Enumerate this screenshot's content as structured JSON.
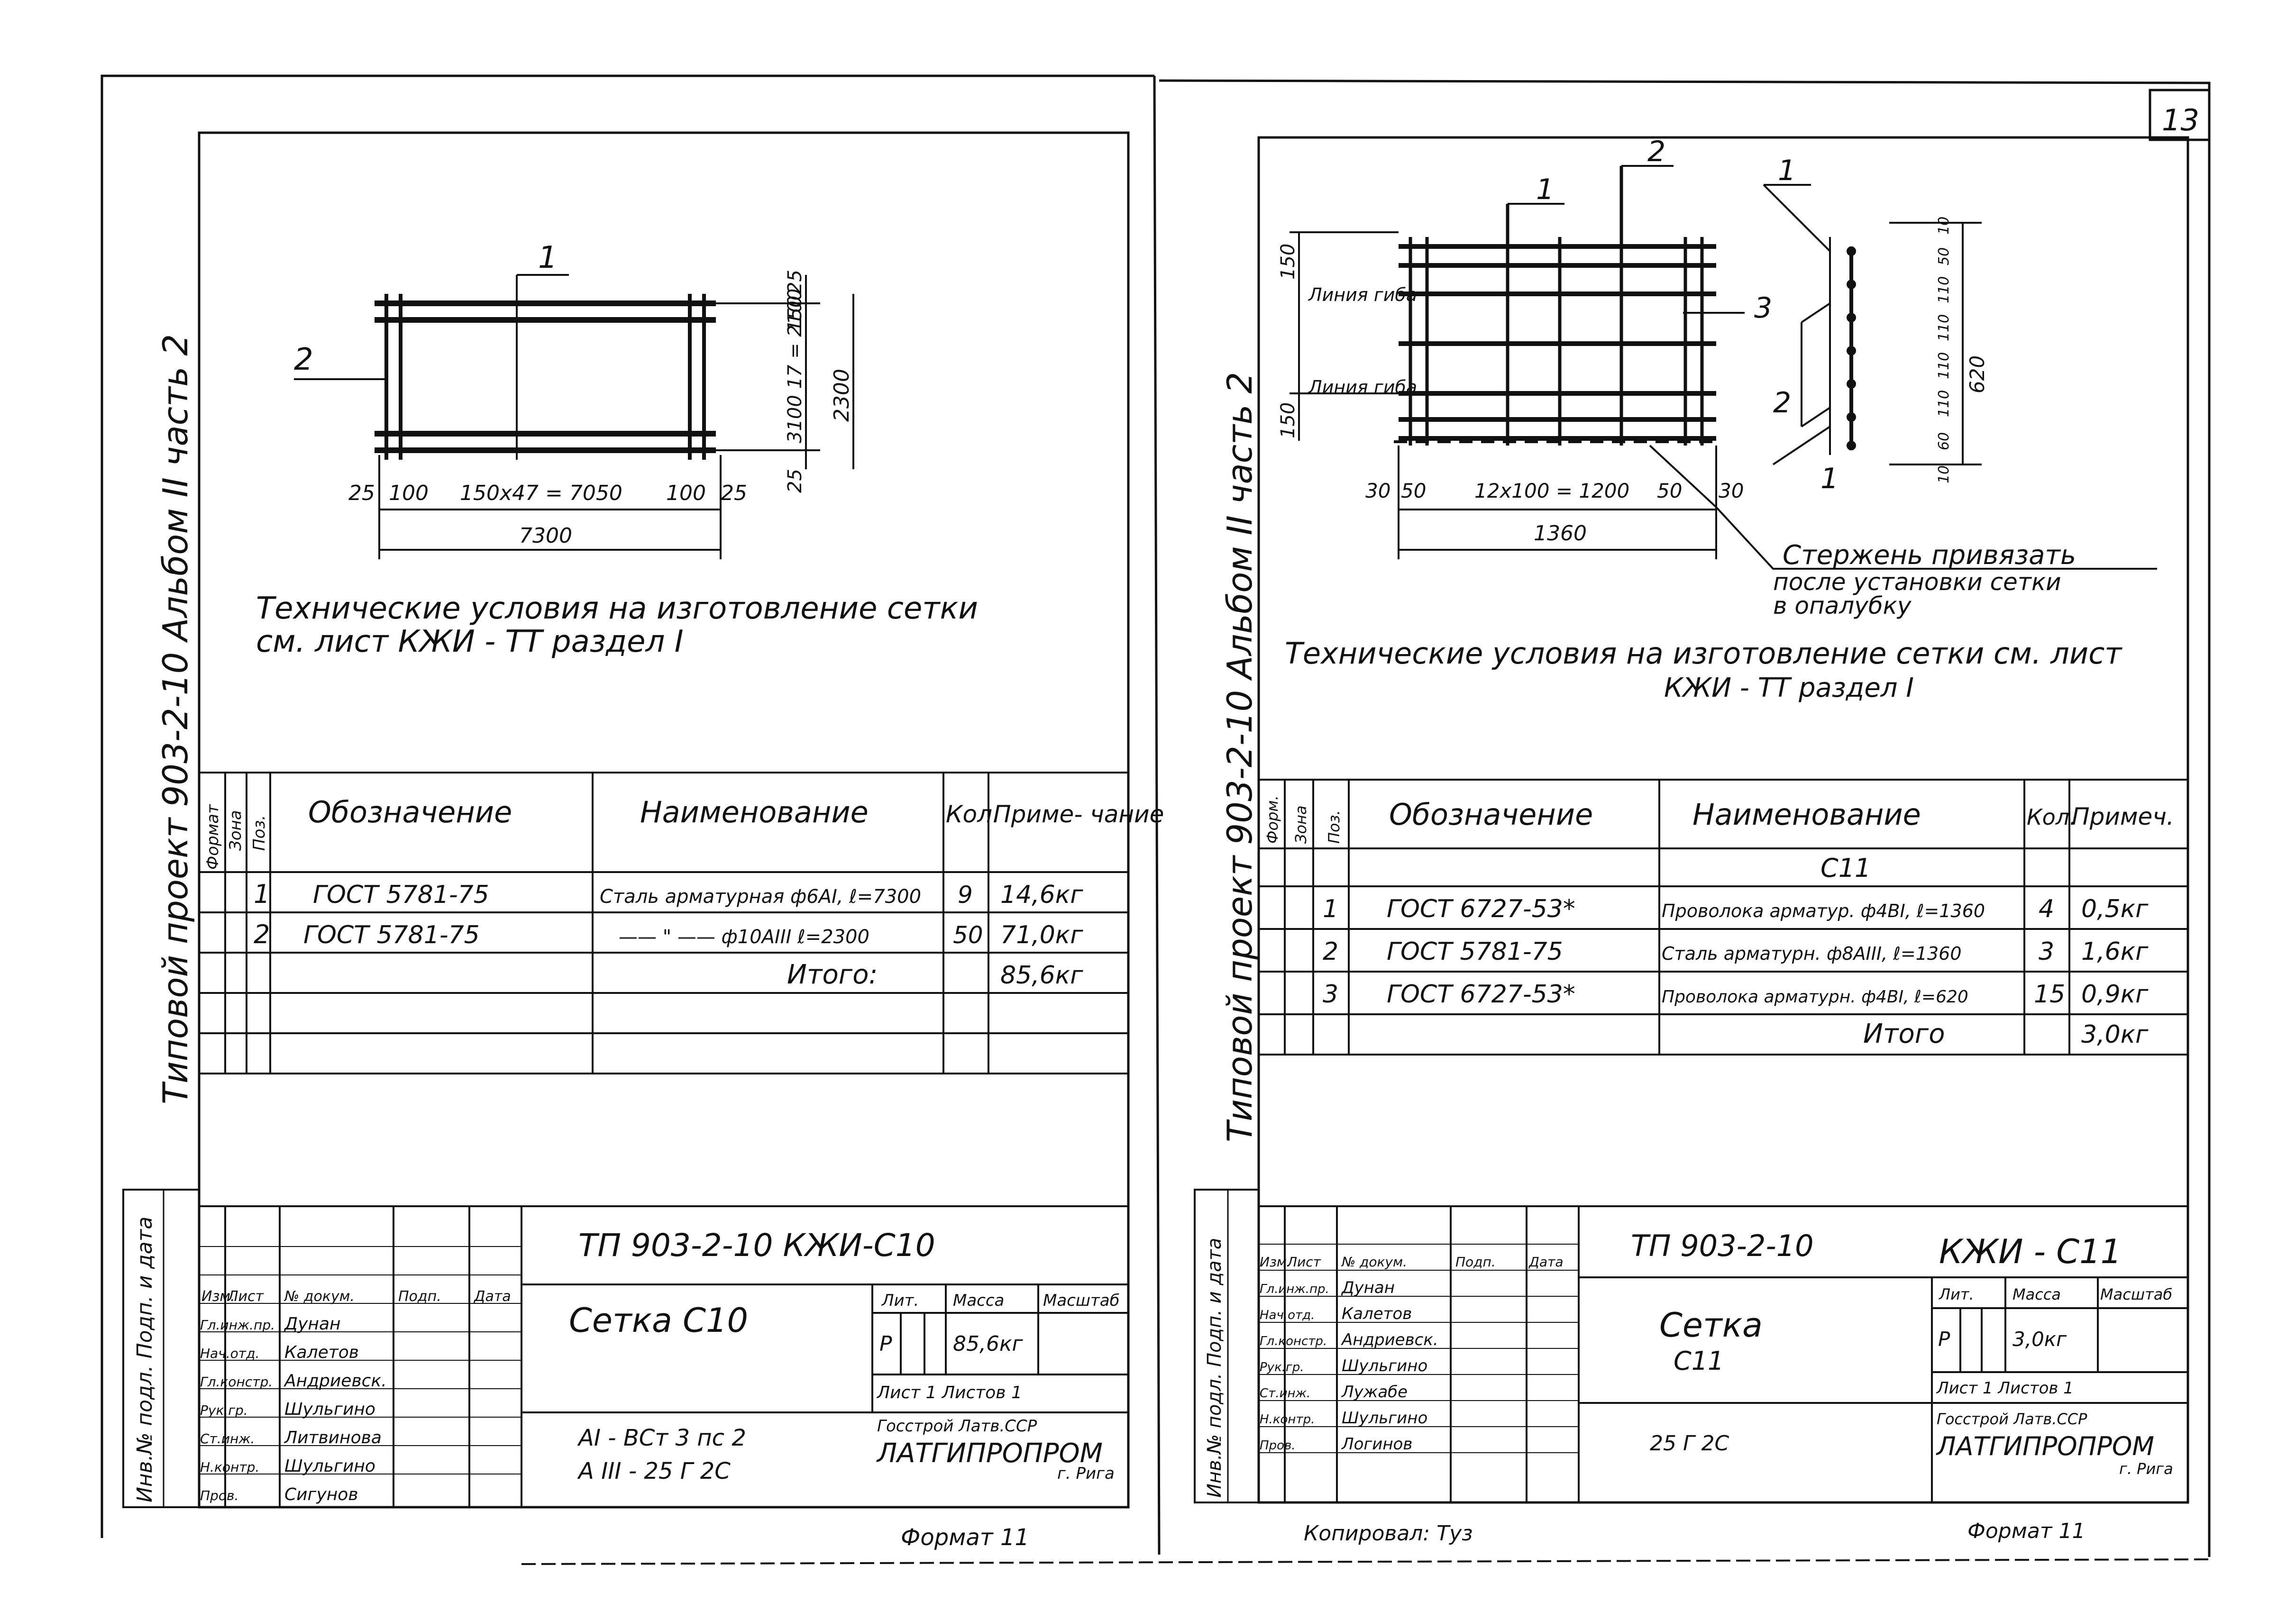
{
  "page_number": "13",
  "left_sheet": {
    "side_stamp": "Типовой проект 903-2-10 Альбом II часть 2",
    "side_label": "Инв.№ подл. Подп. и дата",
    "drawing": {
      "callout_1": "1",
      "callout_2": "2",
      "dim_bottom": [
        "25",
        "100",
        "150x47 = 7050",
        "100",
        "25"
      ],
      "dim_total": "7300",
      "dim_right": [
        "25",
        "150",
        "3100 17 = 2100",
        "25"
      ],
      "dim_right_total": "2300"
    },
    "note_line1": "Технические условия на изготовление сетки",
    "note_line2": "см. лист КЖИ - ТТ раздел I",
    "spec_headers": [
      "Формат",
      "Зона",
      "Поз.",
      "Обозначение",
      "Наименование",
      "Кол.",
      "Приме- чание"
    ],
    "spec_rows": [
      {
        "pos": "1",
        "designation": "ГОСТ 5781-75",
        "name": "Сталь арматурная  ф6АI, ℓ=7300",
        "qty": "9",
        "note": "14,6кг"
      },
      {
        "pos": "2",
        "designation": "ГОСТ 5781-75",
        "name": "—— \" ——  ф10АIII ℓ=2300",
        "qty": "50",
        "note": "71,0кг"
      },
      {
        "pos": "",
        "designation": "",
        "name": "Итого:",
        "qty": "",
        "note": "85,6кг"
      }
    ],
    "title_code": "ТП 903-2-10  КЖИ-С10",
    "title_name": "Сетка С10",
    "lit_headers": [
      "Лит.",
      "Масса",
      "Масштаб"
    ],
    "lit_value": "Р",
    "mass": "85,6кг",
    "sheet_info": "Лист 1   Листов 1",
    "org1": "Госстрой Латв.ССР",
    "org2": "ЛАТГИПРОПРОМ",
    "org3": "г. Рига",
    "material1": "АI - ВСт 3 пс 2",
    "material2": "А III - 25 Г 2С",
    "format": "Формат 11",
    "stamp_header": [
      "Изм.",
      "Лист",
      "№ докум.",
      "Подп.",
      "Дата"
    ],
    "stamp_roles": [
      "Гл.инж.пр.",
      "Нач.отд.",
      "Гл.констр.",
      "Рук.гр.",
      "Ст.инж.",
      "Н.контр.",
      "Пров."
    ],
    "stamp_names": [
      "Дунан",
      "Калетов",
      "Андриевск.",
      "Шульгино",
      "Литвинова",
      "Шульгино",
      "Сигунов"
    ]
  },
  "right_sheet": {
    "side_stamp": "Типовой проект 903-2-10 Альбом II часть 2",
    "side_label": "Инв.№ подл. Подп. и дата",
    "drawing": {
      "callout_1": "1",
      "callout_2": "2",
      "callout_3": "3",
      "bend_line_1": "Линия гиба",
      "bend_line_2": "Линия гиба",
      "dim_left_1": "150",
      "dim_left_2": "150",
      "dim_bottom": [
        "30",
        "50",
        "12x100 = 1200",
        "50",
        "30"
      ],
      "dim_total": "1360",
      "section_dims": [
        "10",
        "50",
        "110",
        "110",
        "110",
        "110",
        "60",
        "10"
      ],
      "section_total": "620",
      "note_line1": "Стержень привязать",
      "note_line2": "после установки сетки",
      "note_line3": "в опалубку"
    },
    "note_line1": "Технические условия на изготовление сетки см. лист",
    "note_line2": "КЖИ - ТТ раздел I",
    "spec_headers": [
      "Форм.",
      "Зона",
      "Поз.",
      "Обозначение",
      "Наименование",
      "Кол.",
      "Примеч."
    ],
    "spec_group": "С11",
    "spec_rows": [
      {
        "pos": "1",
        "designation": "ГОСТ   6727-53*",
        "name": "Проволока арматур. ф4ВI, ℓ=1360",
        "qty": "4",
        "note": "0,5кг"
      },
      {
        "pos": "2",
        "designation": "ГОСТ   5781-75",
        "name": "Сталь арматурн. ф8АIII, ℓ=1360",
        "qty": "3",
        "note": "1,6кг"
      },
      {
        "pos": "3",
        "designation": "ГОСТ   6727-53*",
        "name": "Проволока арматурн. ф4ВI, ℓ=620",
        "qty": "15",
        "note": "0,9кг"
      },
      {
        "pos": "",
        "designation": "",
        "name": "Итого",
        "qty": "",
        "note": "3,0кг"
      }
    ],
    "title_code": "ТП   903-2-10",
    "title_code2": "КЖИ - С11",
    "title_name1": "Сетка",
    "title_name2": "С11",
    "lit_headers": [
      "Лит.",
      "Масса",
      "Масштаб"
    ],
    "lit_value": "Р",
    "mass": "3,0кг",
    "sheet_info": "Лист 1   Листов 1",
    "org1": "Госстрой Латв.ССР",
    "org2": "ЛАТГИПРОПРОМ",
    "org3": "г. Рига",
    "material": "25 Г 2С",
    "copied": "Копировал: Туз",
    "format": "Формат 11",
    "stamp_header": [
      "Изм.",
      "Лист",
      "№ докум.",
      "Подп.",
      "Дата"
    ],
    "stamp_roles": [
      "Гл.инж.пр.",
      "Нач.отд.",
      "Гл.констр.",
      "Рук.гр.",
      "Ст.инж.",
      "Н.контр.",
      "Пров."
    ],
    "stamp_names": [
      "Дунан",
      "Калетов",
      "Андриевск.",
      "Шульгино",
      "Лужабе",
      "Шульгино",
      "Логинов"
    ]
  }
}
